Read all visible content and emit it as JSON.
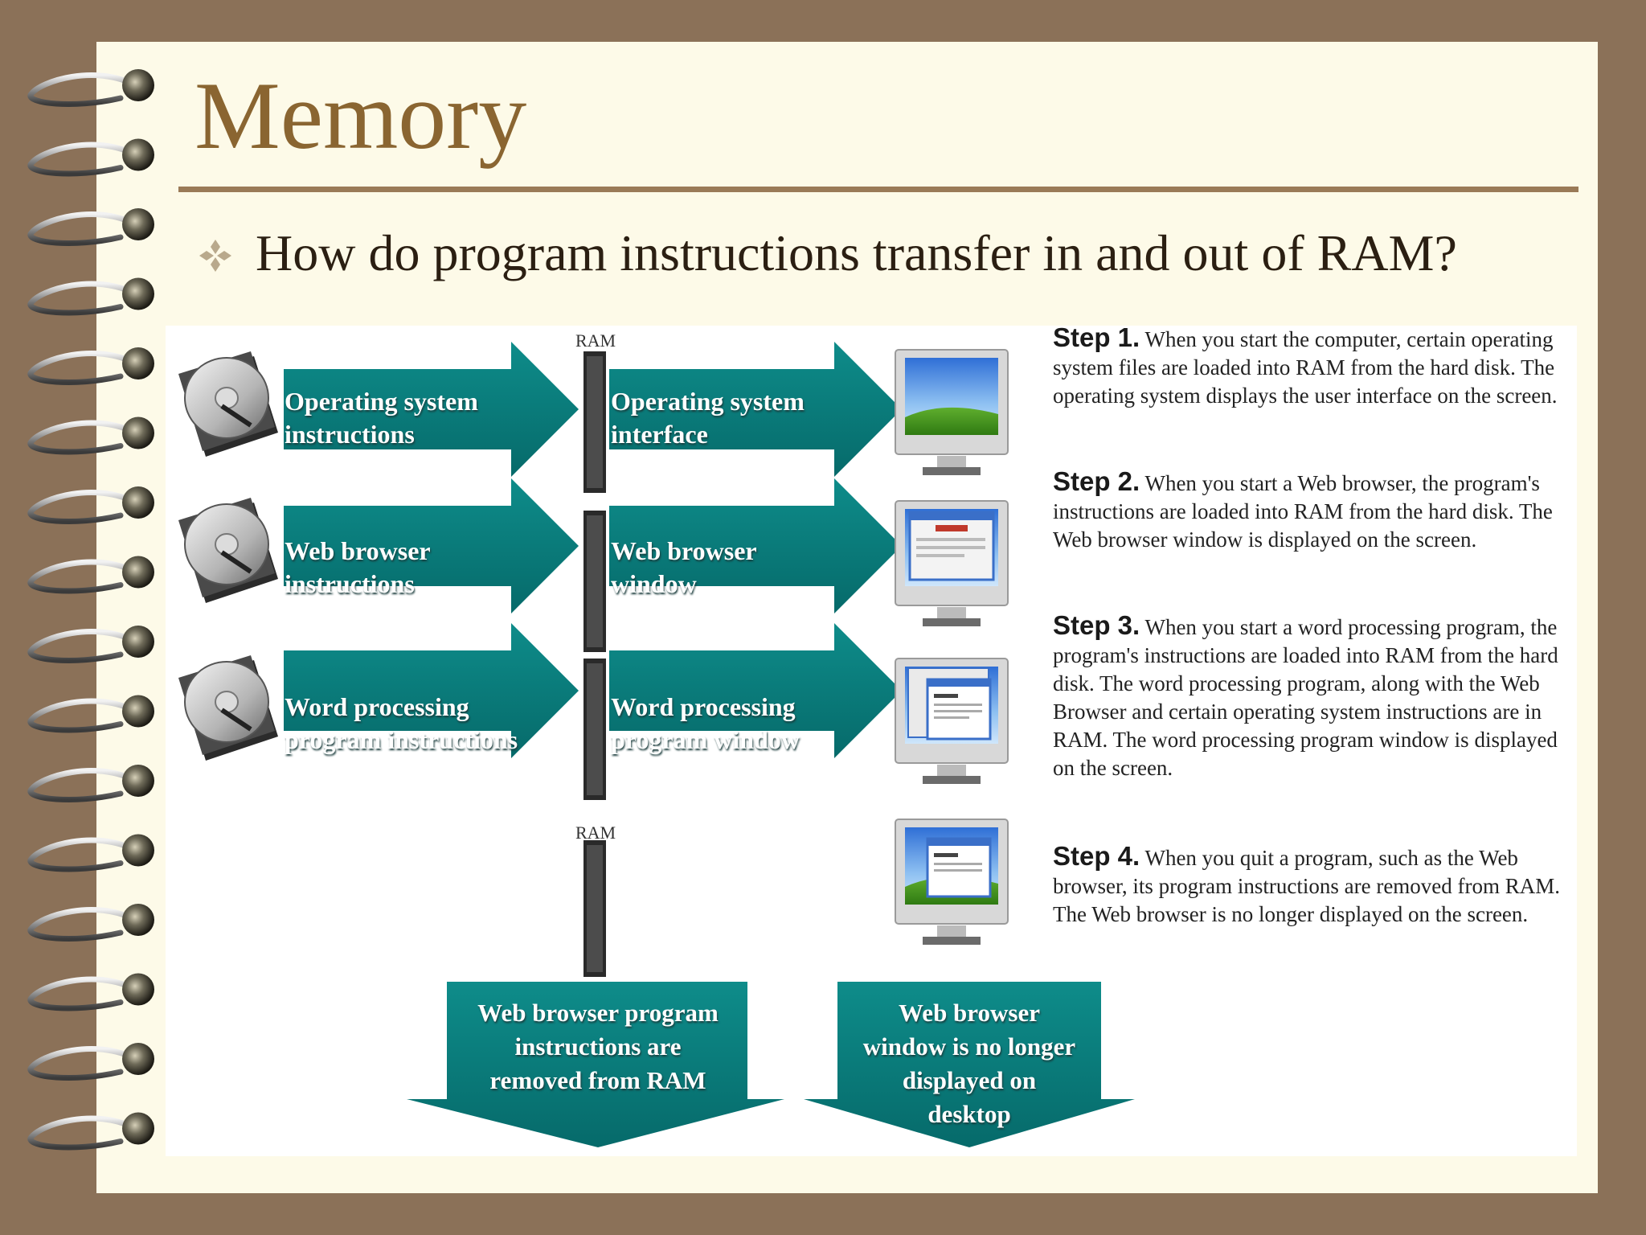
{
  "slide": {
    "title": "Memory",
    "question": "How do program instructions transfer in and out of RAM?"
  },
  "figure": {
    "ram_label_top": "RAM",
    "ram_label_bottom": "RAM",
    "rows": [
      {
        "left_line1": "Operating system",
        "left_line2": "instructions",
        "right_line1": "Operating system",
        "right_line2": "interface"
      },
      {
        "left_line1": "Web browser",
        "left_line2": "instructions",
        "right_line1": "Web browser",
        "right_line2": "window"
      },
      {
        "left_line1": "Word processing",
        "left_line2": "program instructions",
        "right_line1": "Word processing",
        "right_line2": "program window"
      }
    ],
    "down_arrows": [
      {
        "line1": "Web browser program",
        "line2": "instructions are",
        "line3": "removed from RAM"
      },
      {
        "line1": "Web browser",
        "line2": "window is no longer",
        "line3": "displayed on",
        "line4": "desktop"
      }
    ],
    "steps": [
      {
        "label": "Step 1.",
        "text": "When you start the computer, certain operating system files are loaded into RAM from the hard disk. The operating system displays the user interface on the screen."
      },
      {
        "label": "Step 2.",
        "text": "When you start a Web browser, the program's instructions are loaded into RAM from the hard disk. The Web browser window is displayed on the screen."
      },
      {
        "label": "Step 3.",
        "text": "When you start a word processing program, the program's instructions are loaded into RAM from the hard disk. The word processing program, along with the Web Browser and certain operating system instructions are in RAM. The word processing program window is displayed on the screen."
      },
      {
        "label": "Step 4.",
        "text": "When you quit a program, such as the Web browser, its program instructions are removed from RAM. The Web browser is no longer displayed on the screen."
      }
    ]
  },
  "colors": {
    "frame": "#8b7158",
    "page": "#fdfae8",
    "title": "#8a6531",
    "arrow": "#0b7f7f",
    "arrow_dark": "#066464"
  }
}
